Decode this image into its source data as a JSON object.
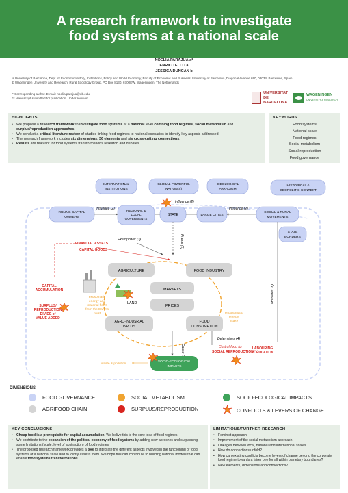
{
  "header": {
    "title_line1": "A research framework to investigate",
    "title_line2": "food systems at a national scale"
  },
  "authors": [
    "NOELIA PARAJUÁ a*",
    "ENRIC TELLO a",
    "JESSICA DUNCAN b"
  ],
  "affiliations": [
    "a University of Barcelona, Dept. of Economic History, Institutions, Policy and World Economy, Faculty of Economic and Business, University of Barcelona, Diagonal Avenue 690, 08034, Barcelona, Spain",
    "b Wageningen University and Research, Rural Sociology Group, PO Box 8130, 6700EW, Wageningen, The Netherlands"
  ],
  "notes": [
    "* Corresponding author. E-mail: noelia.parajua@ub.edu",
    "** Manuscript submitted for publication. Under revision."
  ],
  "logos": {
    "ub_line1": "UNIVERSITAT DE",
    "ub_line2": "BARCELONA",
    "wur_line1": "WAGENINGEN",
    "wur_line2": "UNIVERSITY & RESEARCH"
  },
  "highlights": {
    "heading": "HIGHLIGHTS",
    "items": [
      "We propose a <b>research framework</b> to <b>investigate food systems</b> at a <b>national</b> level <b>combing food regimes</b>, <b>social metabolism</b> and <b>surplus/reproduction approaches</b>.",
      "We conduct a <b>critical literature review</b> of studies linking food regimes to national scenarios to identify key aspects addressed.",
      "The research framework includes <b>six dimensions</b>, <b>36 elements</b> and <b>six cross-cutting connections</b>.",
      "<b>Results</b> are relevant for food systems transformations research and debates."
    ]
  },
  "keywords": {
    "heading": "KEYWORDS",
    "items": [
      "Food systems",
      "National scale",
      "Food regimes",
      "Social metabolism",
      "Social reproduction",
      "Food governance"
    ]
  },
  "diagram": {
    "top_nodes": [
      "INTERNATIONAL",
      "INSTITUTIONS",
      "GLOBAL POWERFUL",
      "NATION(S)",
      "IDEOLOGICAL",
      "PARADIGM",
      "HISTORICAL &",
      "GEOPOLITIC CONTEXT"
    ],
    "ruling_capital": [
      "RULING CAPITAL",
      "OWNERS"
    ],
    "regional_local": [
      "REGIONAL &",
      "LOCAL",
      "GOVERMENTS"
    ],
    "state": "STATE",
    "large_cities": "LARGE CITIES",
    "social_rural": [
      "SOCIAL & RURAL",
      "MOVEMENTS"
    ],
    "state_borders": [
      "STATE",
      "BORDERS"
    ],
    "influence": "Influence (2)",
    "exert_power": "Exert power  (3)",
    "frame": "Frame (1)",
    "motivates": "Motivates (6)",
    "determines": "Determines (4)",
    "cause": "Cause (5)",
    "financial_assets": "FINANCIAL ASSETS",
    "capital_goods": "CAPITAL GOODS",
    "capital_accumulation": [
      "CAPITAL",
      "ACCUMULATION"
    ],
    "surplus": [
      "SURPLUS/",
      "REPRODUCTION",
      "DIVIDE of",
      "VALUE ADDED"
    ],
    "exosomatic": [
      "exosomatic",
      "energy and",
      "material flows",
      "from the Earth's",
      "crust"
    ],
    "agriculture": "AGRICULTURE",
    "food_industry": "FOOD INDUSTRY",
    "markets": "MARKETS",
    "prices": "PRICES",
    "land": "LAND",
    "agro_inputs": [
      "AGRO-INDUSRIAL",
      "INPUTS"
    ],
    "food_consumption": [
      "FOOD",
      "CONSUMPTION"
    ],
    "endosomatic": [
      "endosomatic",
      "energy",
      "intake"
    ],
    "cost_of_food": [
      "Cost of food for",
      "SOCIAL REPRODUCTION"
    ],
    "labouring": [
      "LABOURING",
      "POPULATION"
    ],
    "waste": "waste & pollution",
    "socio_impacts": [
      "SOCIO-ECOLOGICAL",
      "IMPACTS"
    ]
  },
  "dimensions": {
    "heading": "DIMENSIONS",
    "items": [
      {
        "label": "FOOD GOVERNANCE",
        "color": "#c9d3f5"
      },
      {
        "label": "SOCIAL METABOLISM",
        "color": "#f0a431"
      },
      {
        "label": "SOCIO-ECOLOGICAL IMPACTS",
        "color": "#3ea35a"
      },
      {
        "label": "AGRIFOOD CHAIN",
        "color": "#d4d4d4"
      },
      {
        "label": "SURPLUS/REPRODUCTION",
        "color": "#d8251f"
      },
      {
        "label": "CONFLICTS & LEVERS OF CHANGE",
        "color": "#f08a1c"
      }
    ]
  },
  "conclusions": {
    "heading": "KEY CONCLUSIONS",
    "items": [
      "<b>Cheap food is a prerequisite for capital accumulation</b>. We belive this is the core idea of food regimes.",
      "We contribute to the <b>expansion of the political economy of food systems</b> by adding new aproches and surpassing some limitations (scale, level of abstraction) of food regimes.",
      "The proposed research framework provides a <b>tool</b> to integrate the different aspects involved in the functioning of food systems at a national scale and to jointly assess them. We hope this can contribute to building national models that can enable <b>food systems transformations</b>."
    ]
  },
  "limitations": {
    "heading": "LIMITATIONS/FURTHER RESEARCH",
    "items": [
      "Feminist approach",
      "Improvement of the social metabolism approach",
      "Linkages between local, national and international scales",
      "How do connections unfold?",
      "How can existing conflicts become levers of change beyond the corporate food regime towards a fairer one for all within planetary boundaries?",
      "New elements, dimensions and connections?"
    ]
  }
}
